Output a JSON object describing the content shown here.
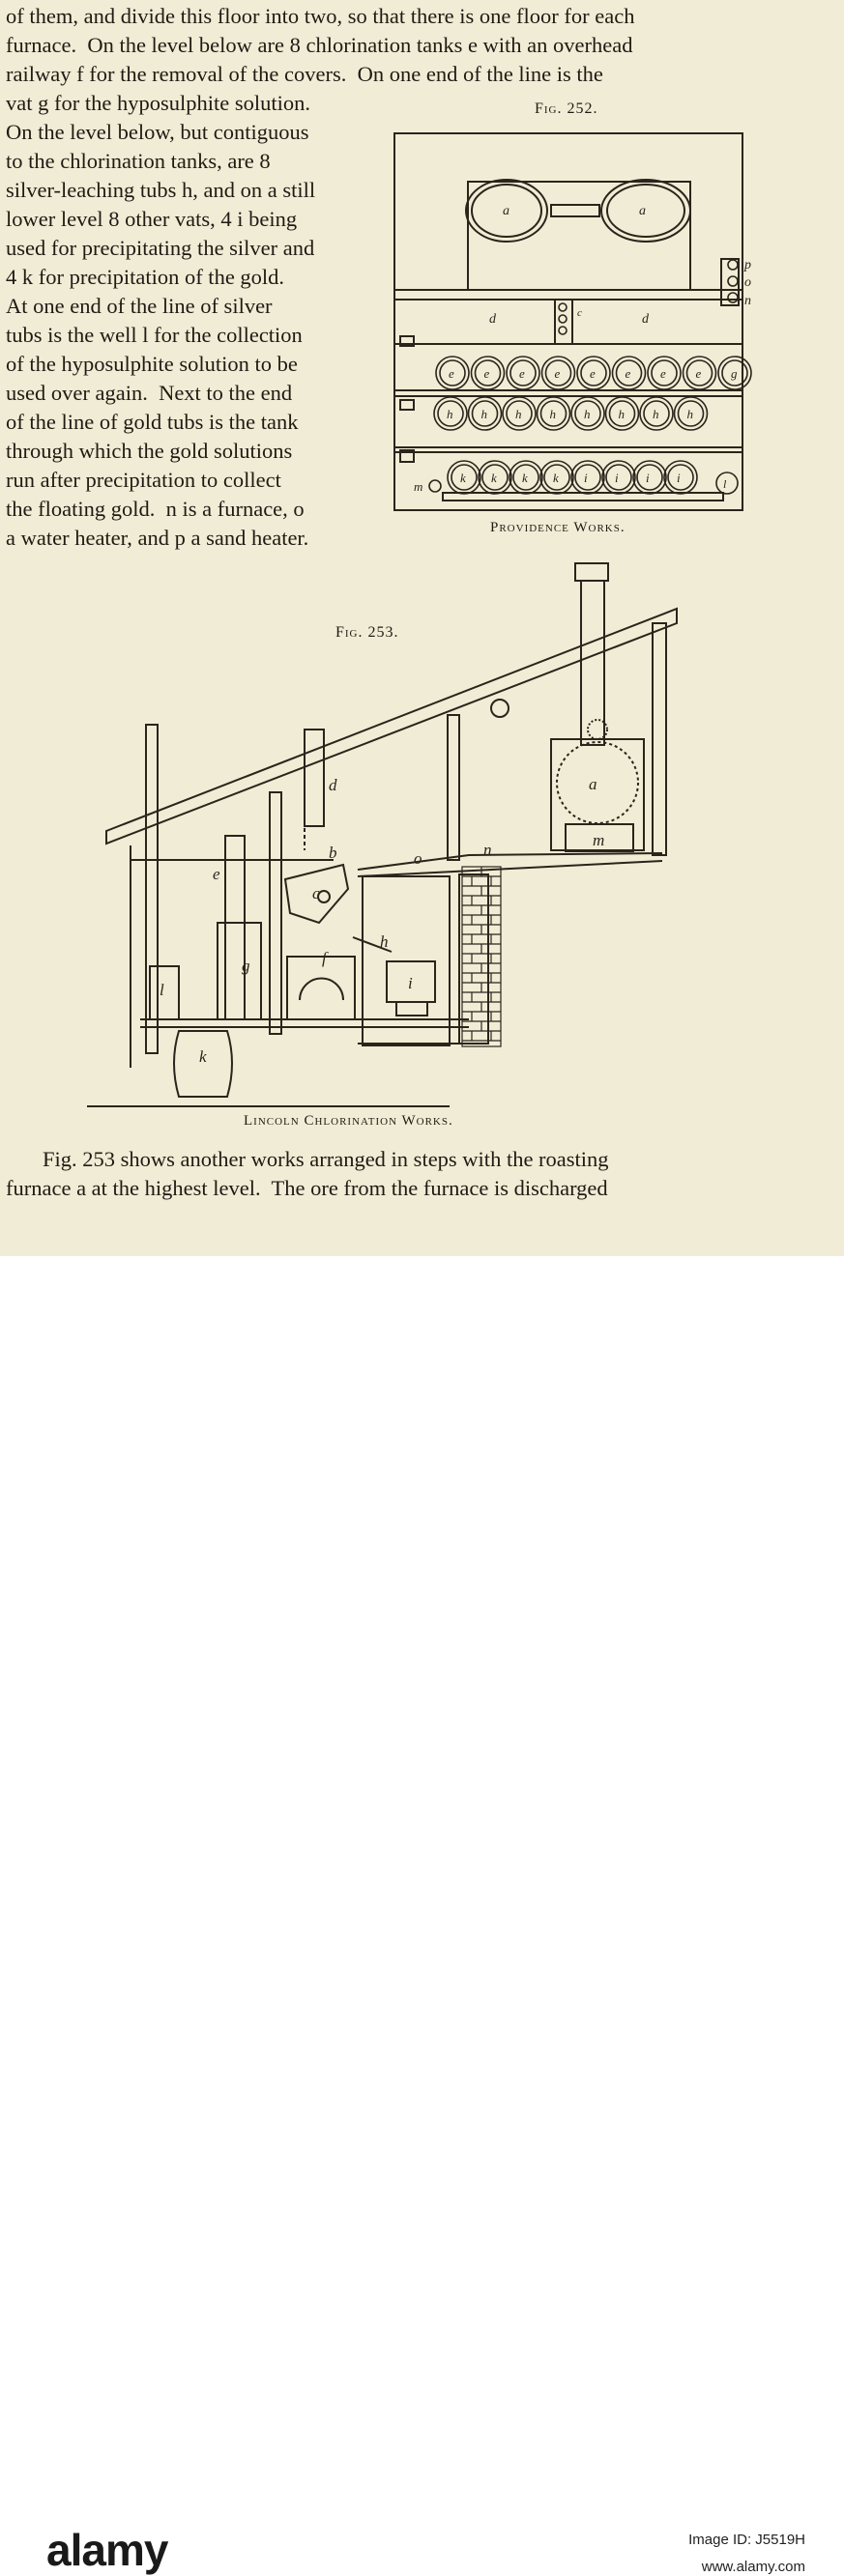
{
  "text_top": [
    "of them, and divide this floor into two, so that there is one floor for each",
    "furnace.  On the level below are 8 chlorination tanks e with an overhead",
    "railway f for the removal of the covers.  On one end of the line is the",
    "vat g for the hyposulphite solution."
  ],
  "text_col": [
    "On the level below, but contiguous",
    "to the chlorination tanks, are 8",
    "silver-leaching tubs h, and on a still",
    "lower level 8 other vats, 4 i being",
    "used for precipitating the silver and",
    "4 k for precipitation of the gold.",
    "At one end of the line of silver",
    "tubs is the well l for the collection",
    "of the hyposulphite solution to be",
    "used over again.  Next to the end",
    "of the line of gold tubs is the tank",
    "through which the gold solutions",
    "run after precipitation to collect",
    "the floating gold.  n is a furnace, o",
    "a water heater, and p a sand heater."
  ],
  "fig252": {
    "label": "Fig. 252.",
    "caption": "Providence Works.",
    "labels": {
      "a": "a",
      "d": "d",
      "c": "c",
      "e": "e",
      "g": "g",
      "h": "h",
      "k": "k",
      "i": "i",
      "m": "m",
      "l": "l",
      "p": "p",
      "o": "o",
      "n": "n"
    }
  },
  "fig253": {
    "label": "Fig. 253.",
    "caption": "Lincoln Chlorination Works.",
    "labels": {
      "a": "a",
      "b": "b",
      "c": "c",
      "d": "d",
      "e": "e",
      "f": "f",
      "g": "g",
      "h": "h",
      "i": "i",
      "k": "k",
      "l": "l",
      "m": "m",
      "n": "n",
      "o": "o"
    }
  },
  "text_bottom": [
    "Fig. 253 shows another works arranged in steps with the roasting",
    "furnace a at the highest level.  The ore from the furnace is discharged"
  ],
  "footer": {
    "brand": "alamy",
    "image_id": "Image ID: J5519H",
    "site": "www.alamy.com"
  }
}
